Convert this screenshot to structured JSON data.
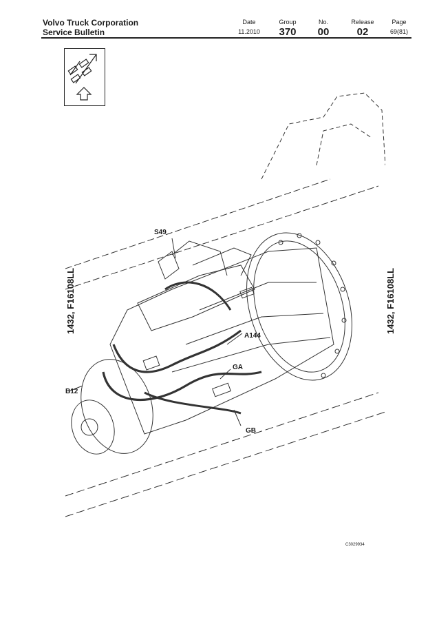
{
  "header": {
    "company": "Volvo Truck Corporation",
    "doc_type": "Service Bulletin",
    "date_label": "Date",
    "date_value": "11.2010",
    "group_label": "Group",
    "group_value": "370",
    "no_label": "No.",
    "no_value": "00",
    "release_label": "Release",
    "release_value": "02",
    "page_label": "Page",
    "page_value": "69(81)"
  },
  "diagram": {
    "callouts": {
      "s49": "S49",
      "a144": "A144",
      "ga": "GA",
      "b12": "B12",
      "gb": "GB"
    },
    "model_left": "1432, F16108LL",
    "model_right": "1432, F16108LL",
    "figure_id": "C3029934"
  }
}
